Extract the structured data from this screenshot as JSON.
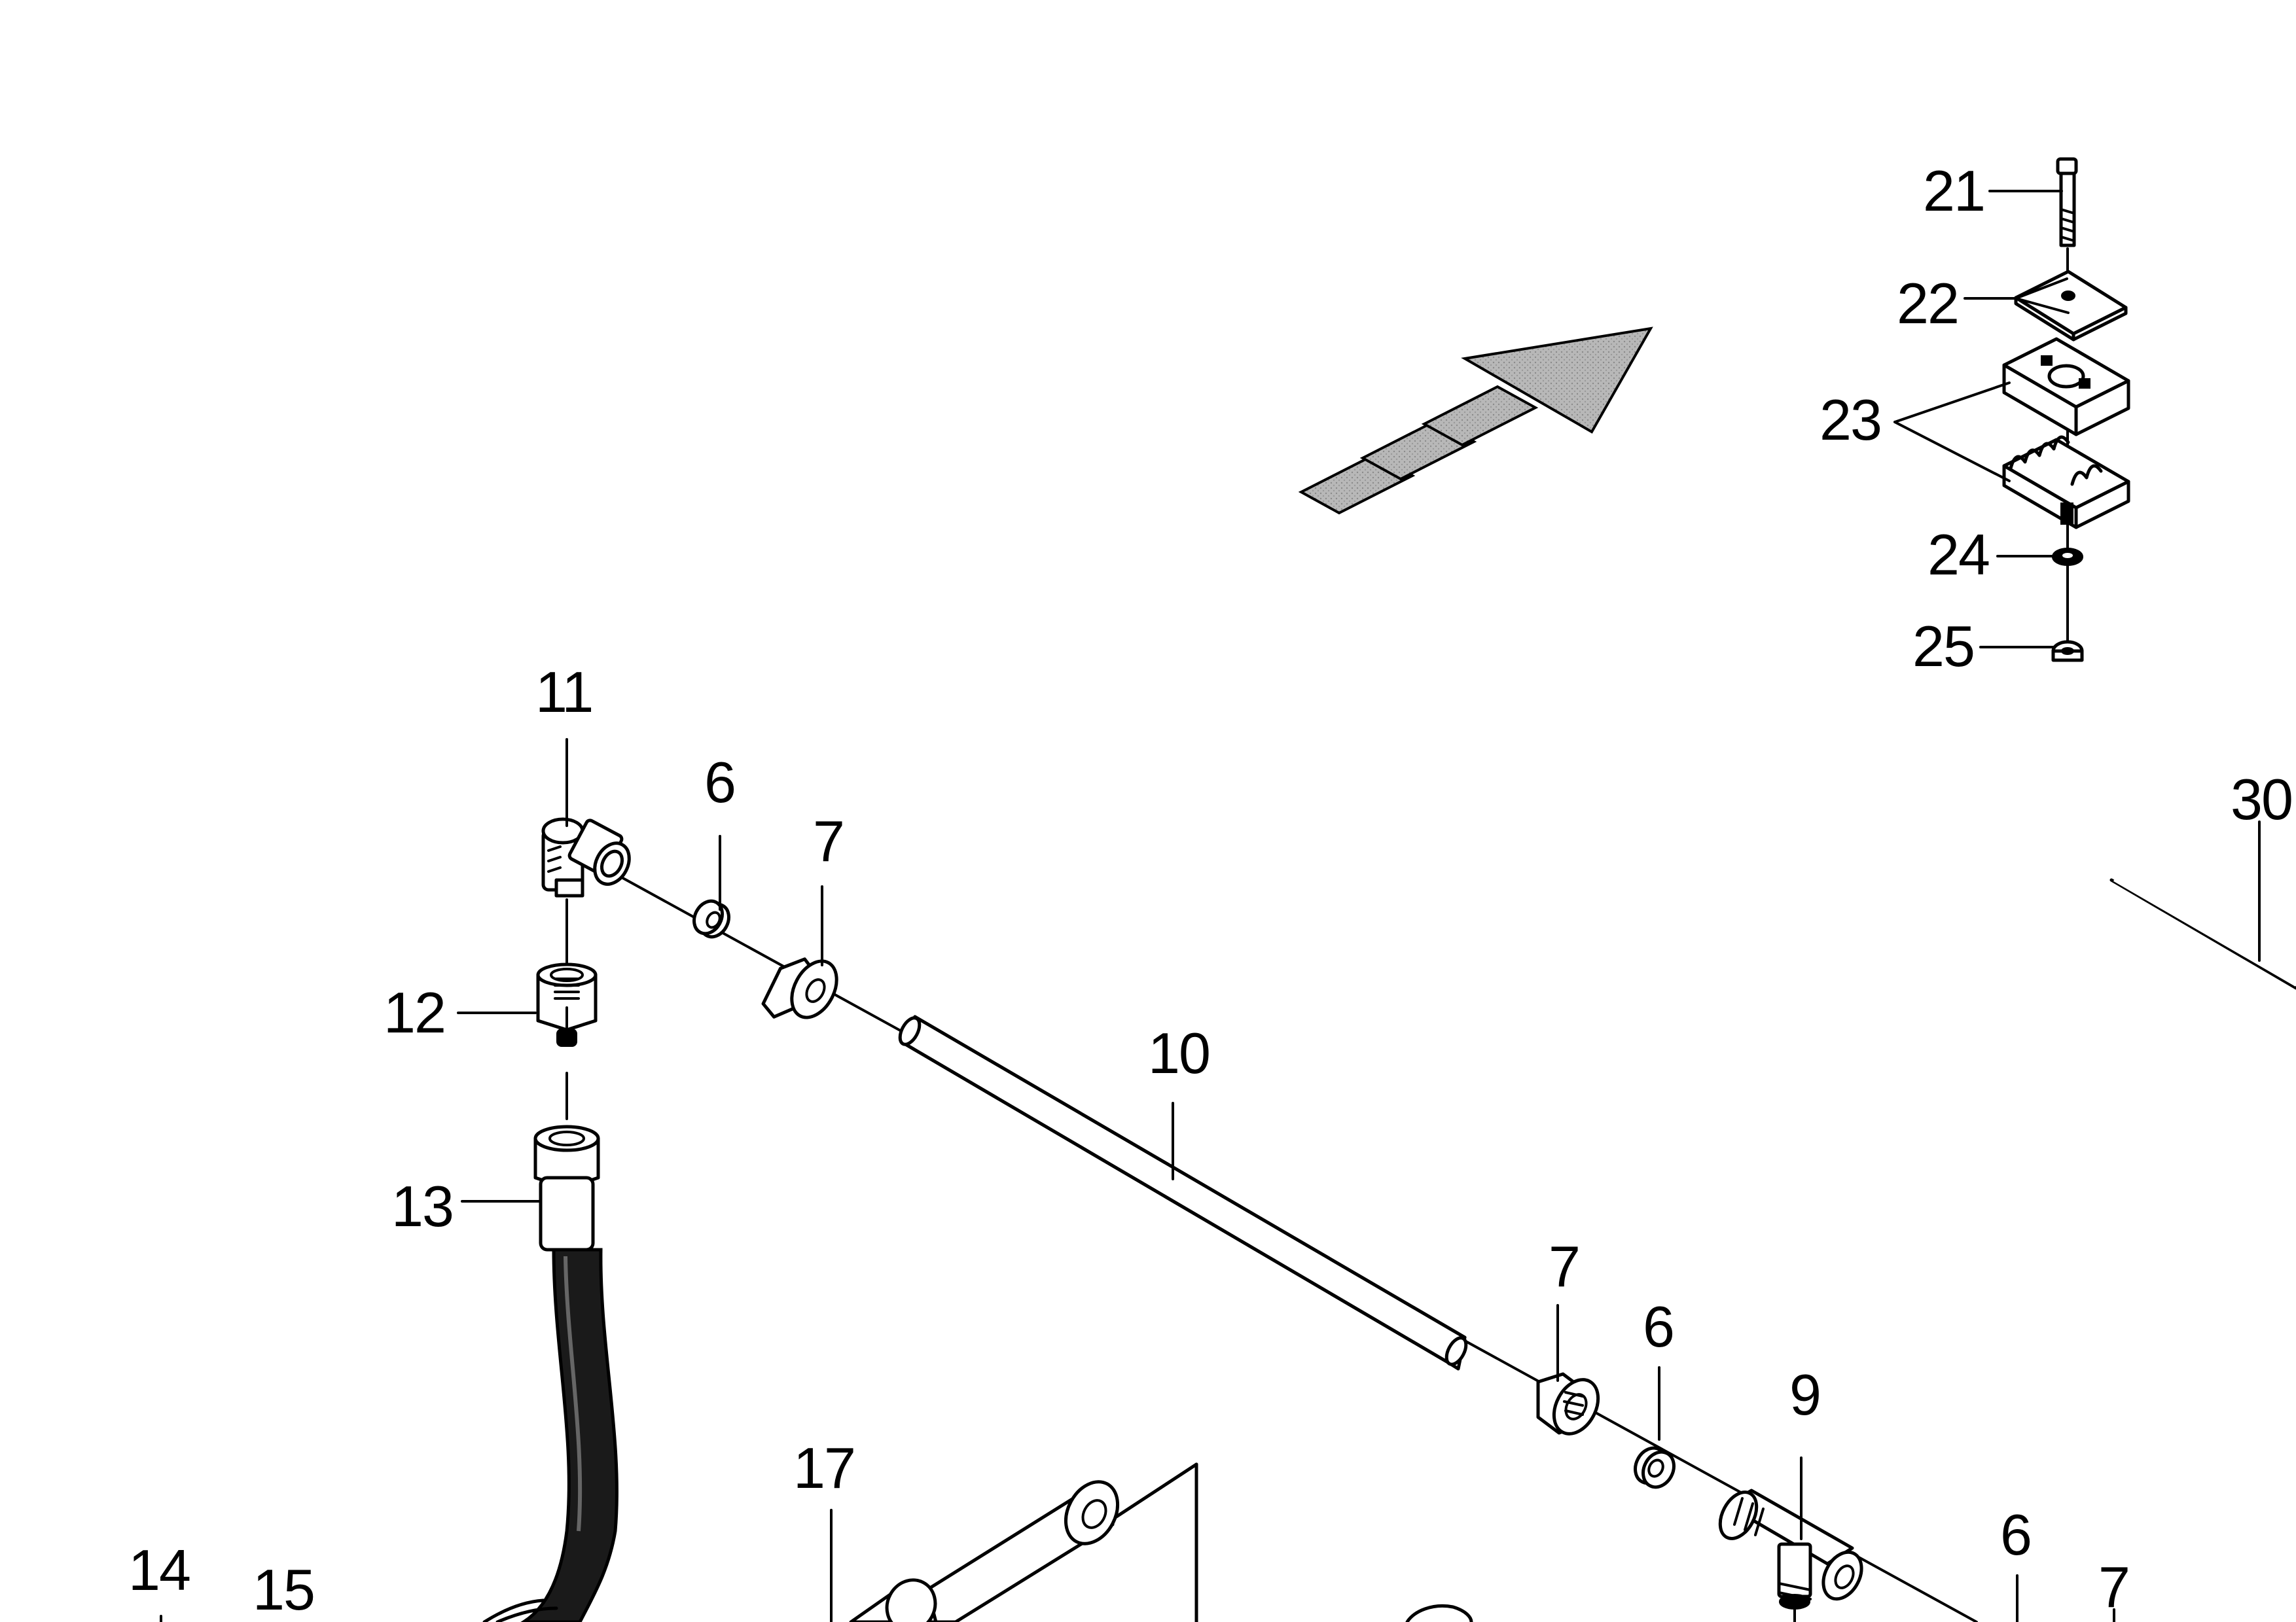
{
  "drawing": {
    "type": "exploded-parts-diagram",
    "fill_color": "#ffffff",
    "line_color": "#000000",
    "direction_arrow_color": "#b8b8b8",
    "part_numbers": {
      "p21": "21",
      "p22": "22",
      "p23": "23",
      "p24": "24",
      "p25": "25",
      "p30": "30",
      "p11": "11",
      "p6a": "6",
      "p7a": "7",
      "p12": "12",
      "p10": "10",
      "p13": "13",
      "p7b": "7",
      "p6b": "6",
      "p9": "9",
      "p17": "17",
      "p6c": "6",
      "p7c": "7",
      "p14": "14",
      "p15": "15"
    },
    "icons": [
      "direction-arrow-icon"
    ]
  }
}
